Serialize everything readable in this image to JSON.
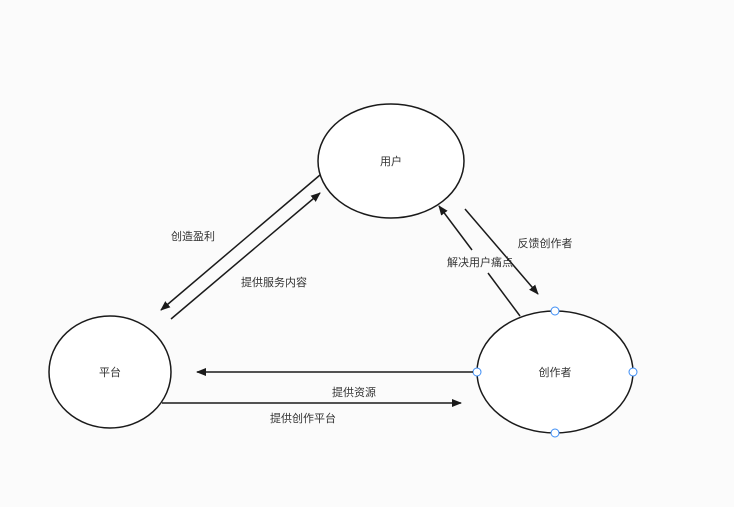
{
  "nodes": {
    "user": "用户",
    "platform": "平台",
    "creator": "创作者"
  },
  "edges": {
    "create_profit": "创造盈利",
    "provide_service": "提供服务内容",
    "solve_pain": "解决用户痛点",
    "feedback_creator": "反馈创作者",
    "provide_resource": "提供资源",
    "provide_platform": "提供创作平台"
  },
  "colors": {
    "stroke": "#1a1a1a",
    "handle": "#3d8df5",
    "background": "#fbfbfb"
  }
}
